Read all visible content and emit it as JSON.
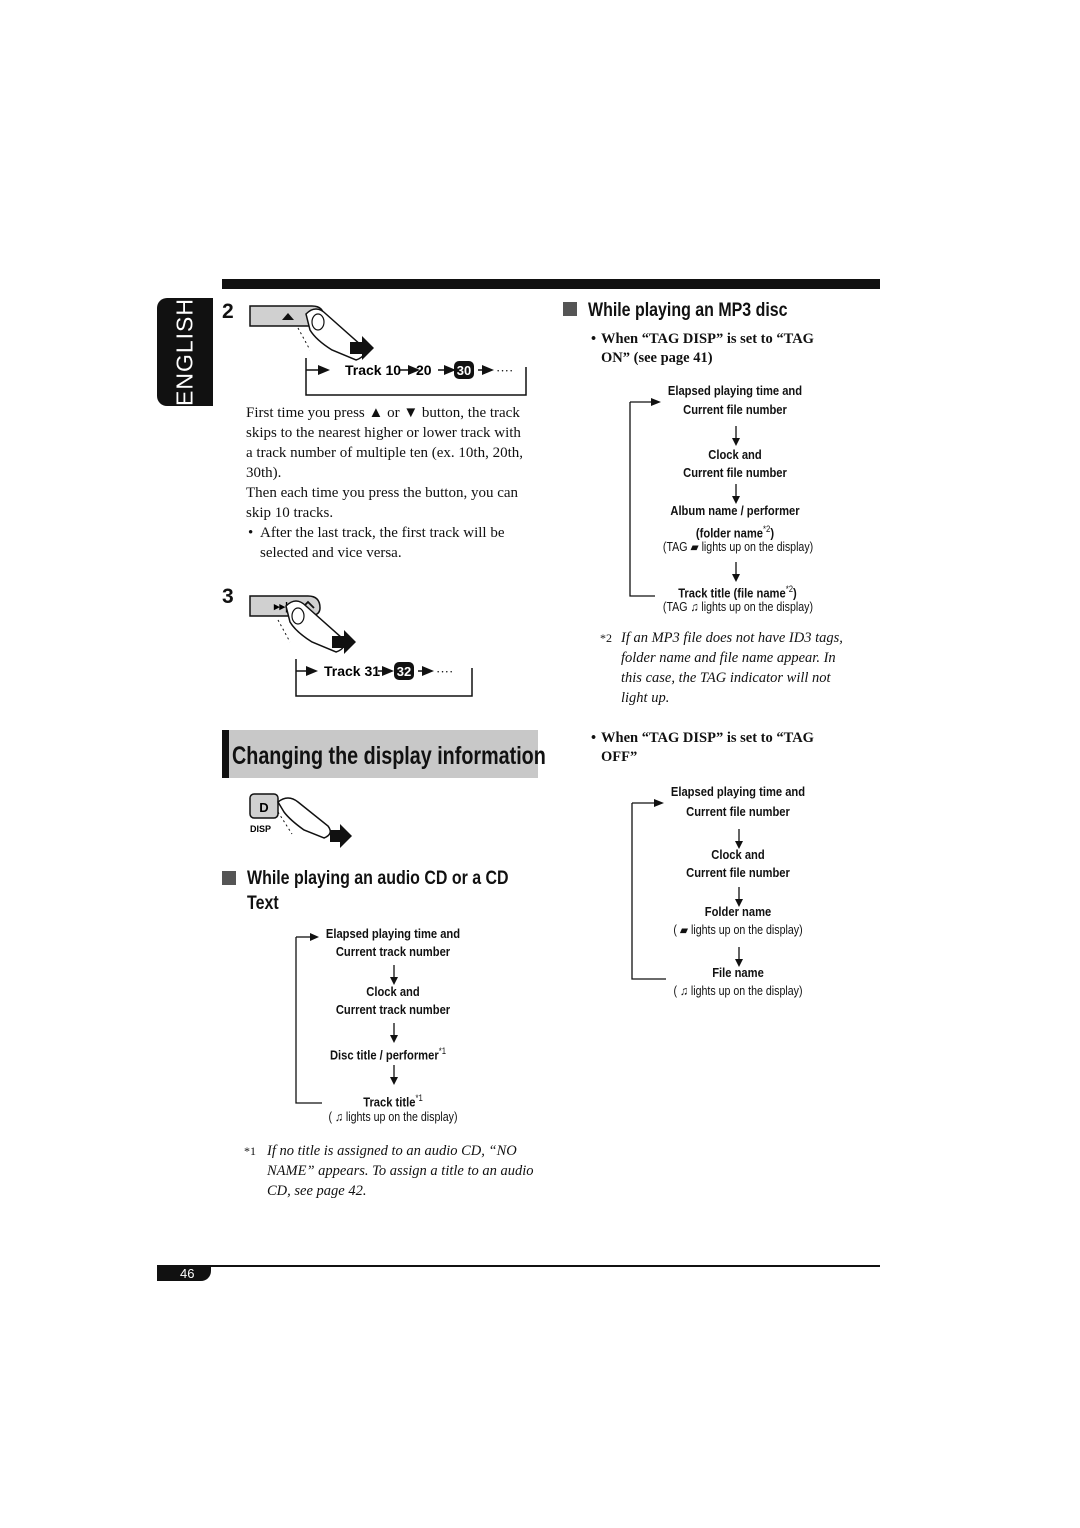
{
  "language_tab": "ENGLISH",
  "page_number": "46",
  "step2": {
    "number": "2",
    "sequence": {
      "label": "Track 10",
      "v2": "20",
      "v3": "30",
      "dots": "····"
    },
    "para1": "First time you press ▲ or ▼ button, the track skips to the nearest higher or lower track with a track number of multiple ten (ex. 10th, 20th, 30th).",
    "para2": "Then each time you press the button, you can skip 10 tracks.",
    "bullet": "After the last track, the first track will be selected and vice versa."
  },
  "step3": {
    "number": "3",
    "sequence": {
      "label": "Track 31",
      "v2": "32",
      "dots": "····"
    }
  },
  "changing_heading": "Changing the display information",
  "disp_button": {
    "letter": "D",
    "label": "DISP"
  },
  "audio_cd": {
    "heading_line1": "While playing an audio CD or a CD",
    "heading_line2": "Text",
    "flow": {
      "s1a": "Elapsed playing time and",
      "s1b": "Current track number",
      "s2a": "Clock and",
      "s2b": "Current track number",
      "s3": "Disc title / performer",
      "s3_sup": "*1",
      "s4": "Track title",
      "s4_sup": "*1",
      "s4_note": "( ♫ lights up on the display)"
    },
    "footnote_mark": "*1",
    "footnote": "If no title is assigned to an audio CD, “NO NAME” appears. To assign a title to an audio CD, see page 42."
  },
  "mp3": {
    "heading": "While playing an MP3 disc",
    "tag_on_line1": "When “TAG DISP” is set to “TAG",
    "tag_on_line2": "ON” (see page 41)",
    "flow_on": {
      "s1a": "Elapsed playing time and",
      "s1b": "Current file number",
      "s2a": "Clock and",
      "s2b": "Current file number",
      "s3a": "Album name / performer",
      "s3b": "(folder name",
      "s3b_sup": "*2",
      "s3b_end": ")",
      "s3_note": "(TAG ▰ lights up on the display)",
      "s4": "Track title (file name",
      "s4_sup": "*2",
      "s4_end": ")",
      "s4_note": "(TAG ♫ lights up on the display)"
    },
    "footnote_mark": "*2",
    "footnote": "If an MP3 file does not have ID3 tags, folder name and file name appear. In this case, the TAG indicator will not light up.",
    "tag_off_line1": "When “TAG DISP” is set to “TAG",
    "tag_off_line2": "OFF”",
    "flow_off": {
      "s1a": "Elapsed playing time and",
      "s1b": "Current file number",
      "s2a": "Clock and",
      "s2b": "Current file number",
      "s3": "Folder name",
      "s3_note": "( ▰ lights up on the display)",
      "s4": "File name",
      "s4_note": "( ♫ lights up on the display)"
    }
  }
}
